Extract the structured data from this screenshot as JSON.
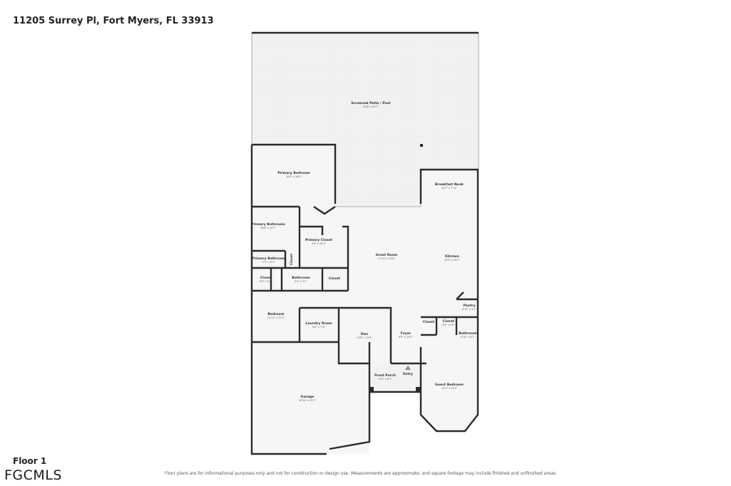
{
  "header": {
    "address": "11205 Surrey Pl, Fort Myers, FL 33913"
  },
  "footer": {
    "floor": "Floor 1",
    "logo": "FGCMLS",
    "disclaimer": "Floor plans are for informational purposes only and not for construction or design use. Measurements are approximate, and square footage may include finished and unfinished areas."
  },
  "rooms": {
    "patio": {
      "name": "Screened Patio / Pool",
      "dims": "52'6\" x 39'7\""
    },
    "primary_bedroom": {
      "name": "Primary Bedroom",
      "dims": "16'0\" x 16'3\""
    },
    "breakfast_nook": {
      "name": "Breakfast Nook",
      "dims": "10'7\" x 7'11\""
    },
    "primary_bath_1": {
      "name": "Primary Bathroom",
      "dims": "16'6\" x 10'7\""
    },
    "primary_closet": {
      "name": "Primary Closet",
      "dims": "9'8\" x 14'1\""
    },
    "primary_bath_2": {
      "name": "Primary Bathroom",
      "dims": "7'9\" x 5'1\""
    },
    "closet_v": {
      "name": "Closet"
    },
    "great_room": {
      "name": "Great Room",
      "dims": "17'11\" x 23'8\""
    },
    "kitchen": {
      "name": "Kitchen",
      "dims": "13'2\" x 25'7\""
    },
    "closet_a": {
      "name": "Closet",
      "dims": "6'5\" x 5'2\""
    },
    "bathroom_a": {
      "name": "Bathroom",
      "dims": "9'3\" x 5'2\""
    },
    "closet_b": {
      "name": "Closet"
    },
    "pantry": {
      "name": "Pantry",
      "dims": "4'10\" x 4'5\""
    },
    "bedroom": {
      "name": "Bedroom",
      "dims": "11'11\" x 11'3\""
    },
    "laundry": {
      "name": "Laundry Room",
      "dims": "8'8\" x 7'4\""
    },
    "den": {
      "name": "Den",
      "dims": "11'8\" x 12'5\""
    },
    "foyer": {
      "name": "Foyer",
      "dims": "6'9\" x 12'5\""
    },
    "closet_c": {
      "name": "Closet"
    },
    "closet_d": {
      "name": "Closet",
      "dims": "4'4\" x 4'9\""
    },
    "bathroom_b": {
      "name": "Bathroom",
      "dims": "4'10\" x 8'7\""
    },
    "front_porch": {
      "name": "Front Porch",
      "dims": "11'9\" x 6'7\""
    },
    "entry": {
      "name": "Entry"
    },
    "guest_bedroom": {
      "name": "Guest Bedroom",
      "dims": "13'2\" x 21'5\""
    },
    "garage": {
      "name": "Garage",
      "dims": "26'10\" x 25'7\""
    }
  },
  "colors": {
    "wall": "#2b2b2b",
    "patio_fill": "#f1f1f1",
    "floor_fill": "#f6f6f6"
  }
}
